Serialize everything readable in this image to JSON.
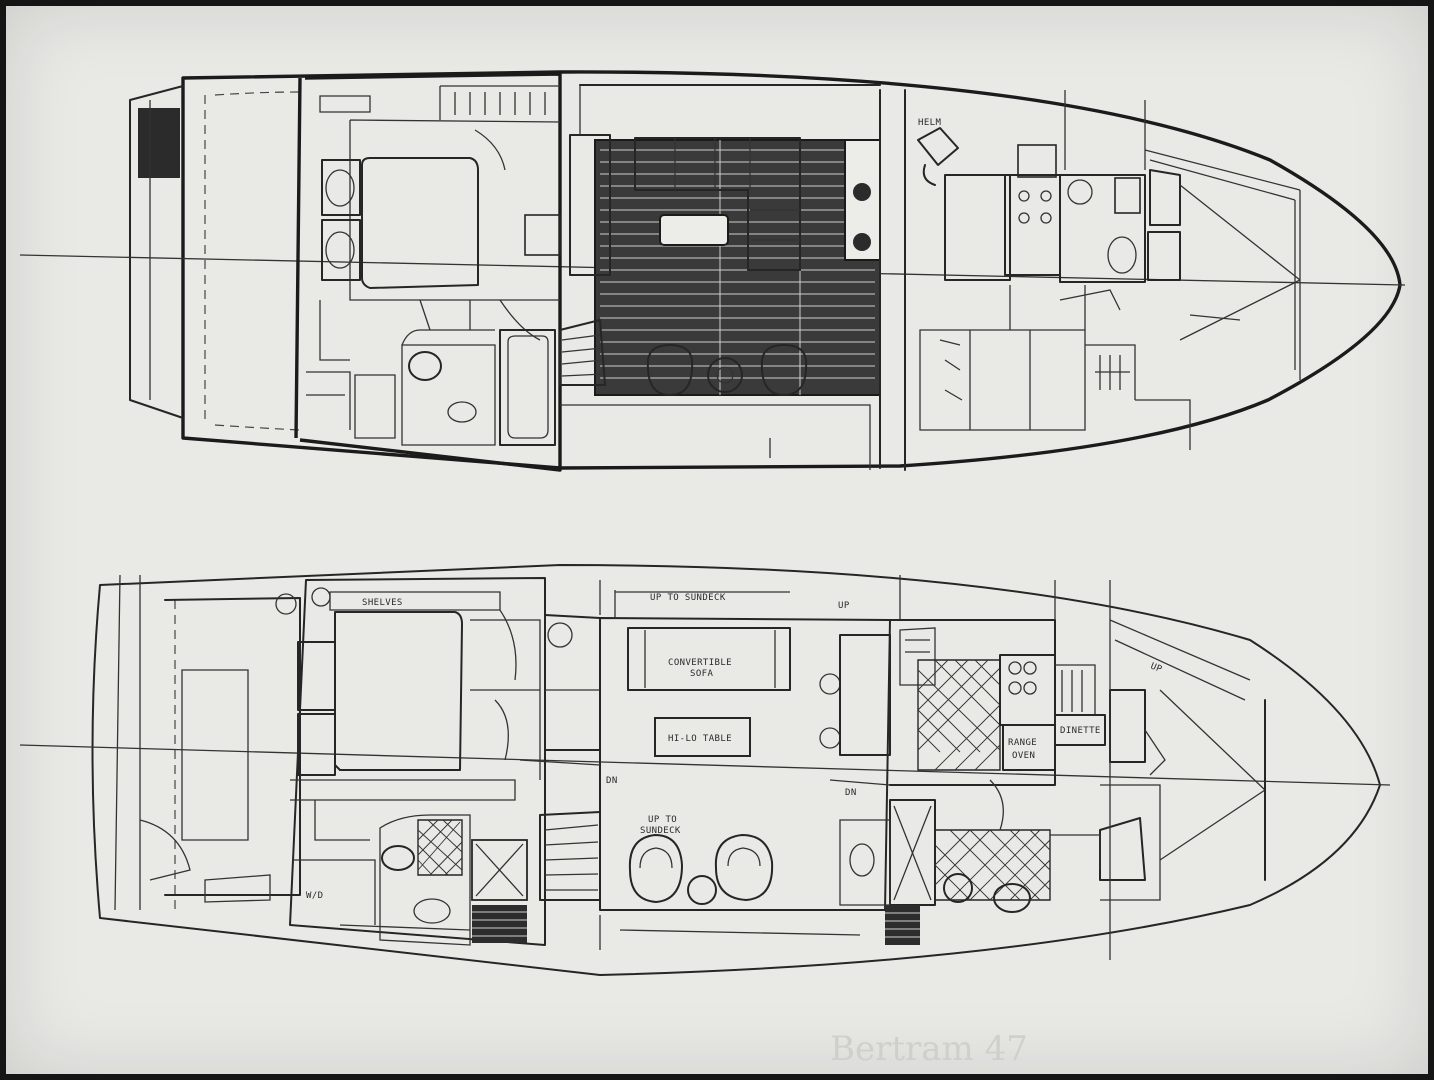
{
  "colors": {
    "frame": "#151515",
    "paper": "#e9e9e6",
    "ink": "#262626"
  },
  "upper_deck": {
    "labels": {
      "helm": "HELM"
    }
  },
  "lower_deck": {
    "labels": {
      "up_sundeck_aft": "UP TO SUNDECK",
      "up_short": "UP",
      "convertible_sofa_1": "CONVERTIBLE",
      "convertible_sofa_2": "SOFA",
      "hi_lo_table": "HI-LO TABLE",
      "dn_left": "DN",
      "dn_right": "DN",
      "up_sundeck_fwd_1": "UP TO",
      "up_sundeck_fwd_2": "SUNDECK",
      "oven_1": "RANGE",
      "oven_2": "OVEN",
      "shelves": "SHELVES",
      "dinette": "DINETTE",
      "w_d": "W/D",
      "up_small": "UP"
    }
  },
  "caption": {
    "model": "Bertram 47"
  }
}
